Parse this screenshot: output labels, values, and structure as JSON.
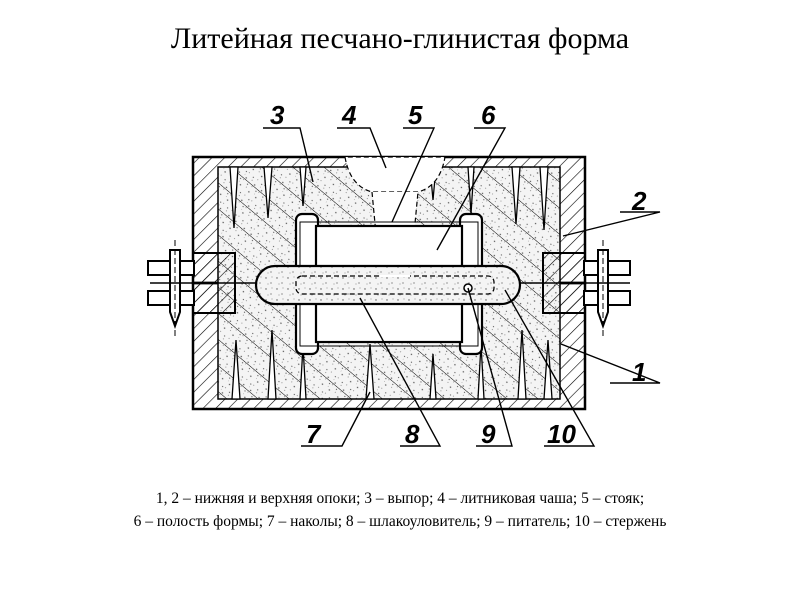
{
  "title": "Литейная песчано-глинистая форма",
  "callouts": [
    "1",
    "2",
    "3",
    "4",
    "5",
    "6",
    "7",
    "8",
    "9",
    "10"
  ],
  "caption": {
    "line1": "1, 2 – нижняя и верхняя опоки; 3 – выпор; 4 – литниковая чаша; 5 – стояк;",
    "line2": "6 – полость формы; 7 – наколы; 8 – шлакоуловитель; 9 – питатель; 10 – стержень"
  },
  "colors": {
    "ink": "#000000",
    "sand": "#f4f4f4"
  }
}
